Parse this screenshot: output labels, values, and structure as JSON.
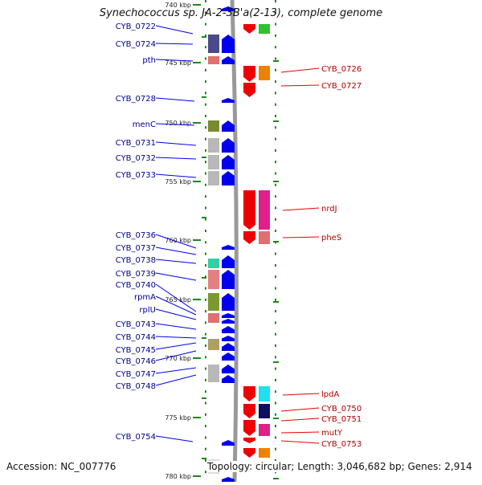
{
  "title": "Synechococcus sp. JA-2-3B'a(2-13), complete genome",
  "accession": "Accession: NC_007776",
  "topology": "Topology: circular; Length: 3,046,682 bp; Genes: 2,914",
  "ticks": [
    "740 kbp",
    "745 kbp",
    "750 kbp",
    "755 kbp",
    "760 kbp",
    "765 kbp",
    "770 kbp",
    "775 kbp",
    "780 kbp"
  ],
  "left_labels": [
    "CYB_0722",
    "CYB_0724",
    "pth",
    "CYB_0728",
    "menC",
    "CYB_0731",
    "CYB_0732",
    "CYB_0733",
    "CYB_0736",
    "CYB_0737",
    "CYB_0738",
    "CYB_0739",
    "CYB_0740",
    "rpmA",
    "rplU",
    "CYB_0743",
    "CYB_0744",
    "CYB_0745",
    "CYB_0746",
    "CYB_0747",
    "CYB_0748",
    "CYB_0754"
  ],
  "right_labels": [
    "CYB_0726",
    "CYB_0727",
    "nrdJ",
    "pheS",
    "lpdA",
    "CYB_0750",
    "CYB_0751",
    "mutY",
    "CYB_0753"
  ],
  "colors": {
    "forward": "#0000ee",
    "reverse": "#ee0000",
    "left_label": "#00008b",
    "right_label": "#b00000",
    "tick": "#1a8a1a",
    "backbone": "#999999"
  }
}
